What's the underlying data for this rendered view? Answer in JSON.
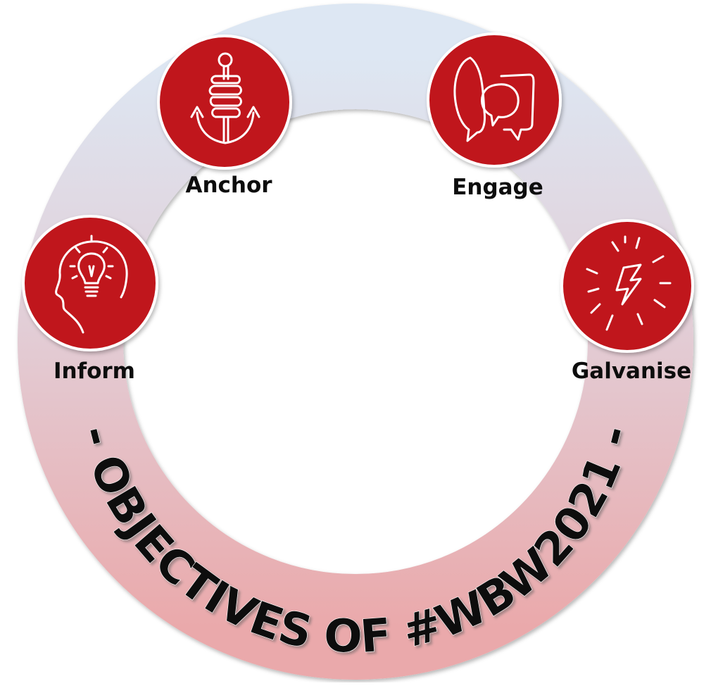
{
  "title": "-- OBJECTIVES OF #WBW2021 --",
  "colors": {
    "ring_top": "#dce6f2",
    "ring_bottom": "#e8a6a8",
    "badge": "#c0141c",
    "badge_border": "#ffffff",
    "icon": "#ffffff",
    "text": "#0d0d0d"
  },
  "objectives": [
    {
      "label": "Inform",
      "icon": "head-lightbulb-icon"
    },
    {
      "label": "Anchor",
      "icon": "anchor-hand-icon"
    },
    {
      "label": "Engage",
      "icon": "speech-bubbles-icon"
    },
    {
      "label": "Galvanise",
      "icon": "lightning-bolt-icon"
    }
  ]
}
